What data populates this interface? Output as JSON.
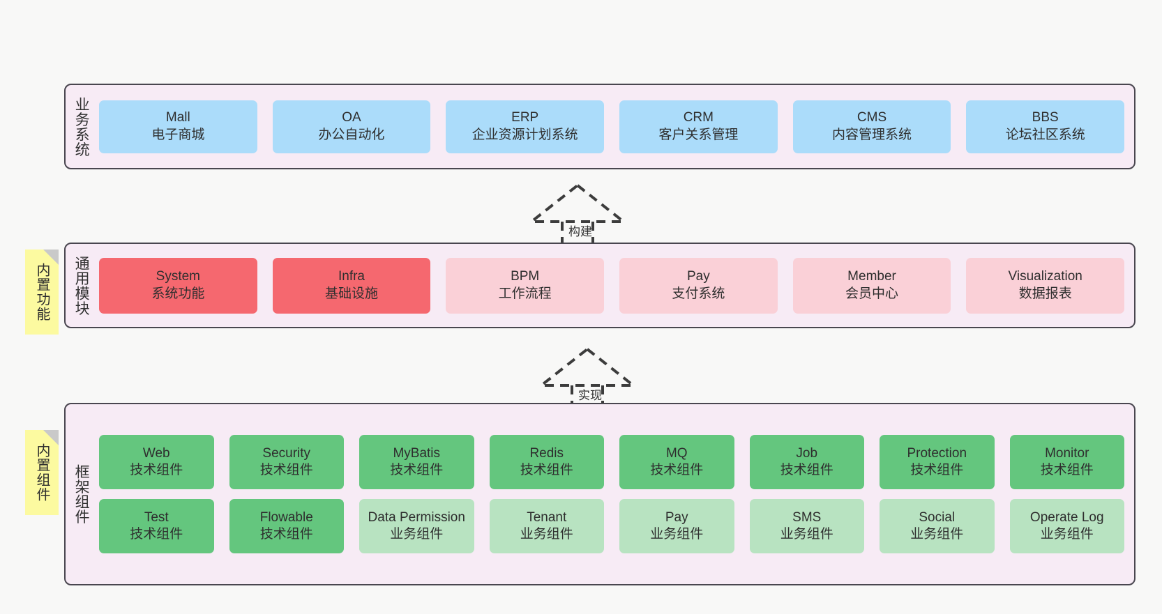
{
  "page": {
    "background": "#f8f8f7",
    "border_color": "#49464f",
    "container_bg": "#f7ebf5"
  },
  "layers": [
    {
      "id": "business-systems",
      "title": "业务系统",
      "rows": [
        {
          "cells": [
            {
              "en": "Mall",
              "cn": "电子商城",
              "color": "#abdcfa"
            },
            {
              "en": "OA",
              "cn": "办公自动化",
              "color": "#abdcfa"
            },
            {
              "en": "ERP",
              "cn": "企业资源计划系统",
              "color": "#abdcfa"
            },
            {
              "en": "CRM",
              "cn": "客户关系管理",
              "color": "#abdcfa"
            },
            {
              "en": "CMS",
              "cn": "内容管理系统",
              "color": "#abdcfa"
            },
            {
              "en": "BBS",
              "cn": "论坛社区系统",
              "color": "#abdcfa"
            }
          ]
        }
      ]
    },
    {
      "id": "common-modules",
      "title": "通用模块",
      "note": "内置功能",
      "rows": [
        {
          "cells": [
            {
              "en": "System",
              "cn": "系统功能",
              "color": "#f5686f"
            },
            {
              "en": "Infra",
              "cn": "基础设施",
              "color": "#f5686f"
            },
            {
              "en": "BPM",
              "cn": "工作流程",
              "color": "#fad0d7"
            },
            {
              "en": "Pay",
              "cn": "支付系统",
              "color": "#fad0d7"
            },
            {
              "en": "Member",
              "cn": "会员中心",
              "color": "#fad0d7"
            },
            {
              "en": "Visualization",
              "cn": "数据报表",
              "color": "#fad0d7"
            }
          ]
        }
      ]
    },
    {
      "id": "framework-components",
      "title": "框架组件",
      "note": "内置组件",
      "rows": [
        {
          "cells": [
            {
              "en": "Web",
              "cn": "技术组件",
              "color": "#64c67e"
            },
            {
              "en": "Security",
              "cn": "技术组件",
              "color": "#64c67e"
            },
            {
              "en": "MyBatis",
              "cn": "技术组件",
              "color": "#64c67e"
            },
            {
              "en": "Redis",
              "cn": "技术组件",
              "color": "#64c67e"
            },
            {
              "en": "MQ",
              "cn": "技术组件",
              "color": "#64c67e"
            },
            {
              "en": "Job",
              "cn": "技术组件",
              "color": "#64c67e"
            },
            {
              "en": "Protection",
              "cn": "技术组件",
              "color": "#64c67e"
            },
            {
              "en": "Monitor",
              "cn": "技术组件",
              "color": "#64c67e"
            }
          ]
        },
        {
          "cells": [
            {
              "en": "Test",
              "cn": "技术组件",
              "color": "#64c67e"
            },
            {
              "en": "Flowable",
              "cn": "技术组件",
              "color": "#64c67e"
            },
            {
              "en": "Data Permission",
              "cn": "业务组件",
              "color": "#b8e3c1"
            },
            {
              "en": "Tenant",
              "cn": "业务组件",
              "color": "#b8e3c1"
            },
            {
              "en": "Pay",
              "cn": "业务组件",
              "color": "#b8e3c1"
            },
            {
              "en": "SMS",
              "cn": "业务组件",
              "color": "#b8e3c1"
            },
            {
              "en": "Social",
              "cn": "业务组件",
              "color": "#b8e3c1"
            },
            {
              "en": "Operate Log",
              "cn": "业务组件",
              "color": "#b8e3c1"
            }
          ]
        }
      ]
    }
  ],
  "connectors": [
    {
      "id": "build",
      "label": "构建",
      "style": "dashed-hollow-triangle-up"
    },
    {
      "id": "implement",
      "label": "实现",
      "style": "dashed-hollow-triangle-up"
    }
  ]
}
